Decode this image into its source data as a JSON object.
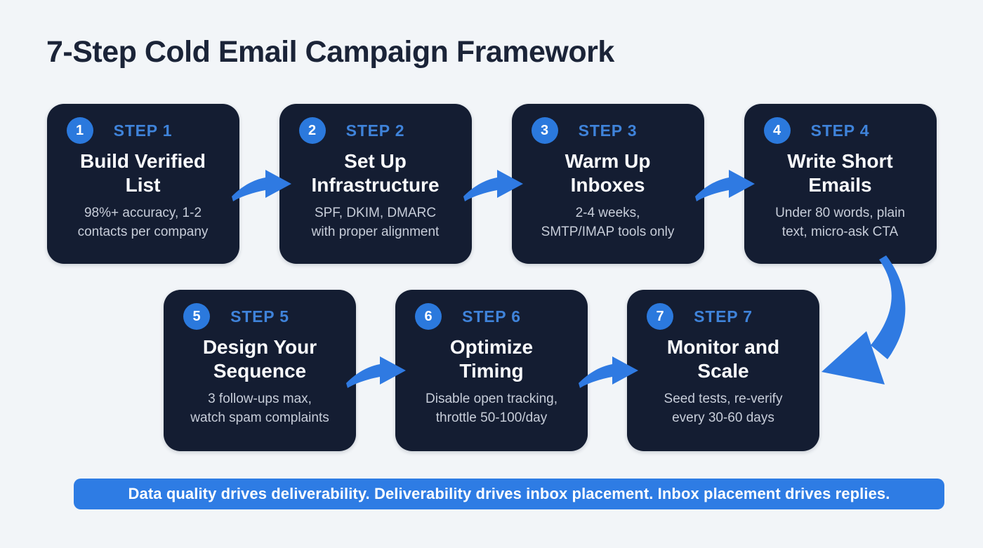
{
  "title": "7-Step Cold Email Campaign Framework",
  "colors": {
    "background": "#f2f5f8",
    "title_text": "#1b2438",
    "card_background": "#141d32",
    "badge_blue": "#2b79dd",
    "step_label_blue": "#3f83da",
    "card_title_text": "#fafbfd",
    "card_subtitle_text": "#c7cdd9",
    "arrow_blue": "#2f7ae2",
    "banner_blue": "#2e7ce4",
    "banner_text": "#ffffff"
  },
  "steps": [
    {
      "number": "1",
      "label": "STEP 1",
      "title": "Build Verified\nList",
      "subtitle": "98%+ accuracy, 1-2\ncontacts per company"
    },
    {
      "number": "2",
      "label": "STEP 2",
      "title": "Set Up\nInfrastructure",
      "subtitle": "SPF, DKIM, DMARC\nwith proper alignment"
    },
    {
      "number": "3",
      "label": "STEP 3",
      "title": "Warm Up\nInboxes",
      "subtitle": "2-4 weeks,\nSMTP/IMAP tools only"
    },
    {
      "number": "4",
      "label": "STEP 4",
      "title": "Write Short\nEmails",
      "subtitle": "Under 80 words, plain\ntext, micro-ask CTA"
    },
    {
      "number": "5",
      "label": "STEP 5",
      "title": "Design Your\nSequence",
      "subtitle": "3 follow-ups max,\nwatch spam complaints"
    },
    {
      "number": "6",
      "label": "STEP 6",
      "title": "Optimize\nTiming",
      "subtitle": "Disable open tracking,\nthrottle 50-100/day"
    },
    {
      "number": "7",
      "label": "STEP 7",
      "title": "Monitor and\nScale",
      "subtitle": "Seed tests, re-verify\nevery 30-60 days"
    }
  ],
  "icons": {
    "flow_arrow": "curved-swoosh-arrow-right",
    "big_flow_arrow": "curved-arrow-down-left"
  },
  "banner": {
    "text": "Data quality drives deliverability. Deliverability drives inbox placement. Inbox placement drives replies."
  }
}
